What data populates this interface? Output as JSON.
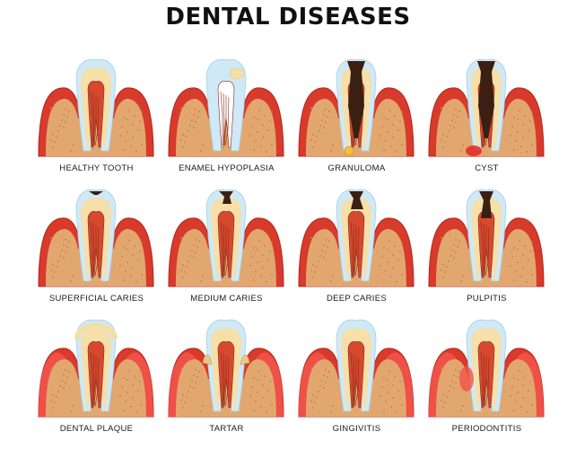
{
  "title": "DENTAL DISEASES",
  "colors": {
    "gum": "#d83a2c",
    "gum_dark": "#b52419",
    "bone": "#e2a76f",
    "bone_dot": "#c98550",
    "enamel": "#cfe9f6",
    "dentin": "#f6dfa8",
    "pulp": "#d6492f",
    "nerve": "#8c2a18",
    "decay": "#3a1f12",
    "plaque": "#f1e0a8",
    "inflamed": "#f2534a"
  },
  "diseases": [
    {
      "label": "HEALTHY TOOTH",
      "condition": "healthy"
    },
    {
      "label": "ENAMEL HYPOPLASIA",
      "condition": "hypoplasia"
    },
    {
      "label": "GRANULOMA",
      "condition": "granuloma"
    },
    {
      "label": "CYST",
      "condition": "cyst"
    },
    {
      "label": "SUPERFICIAL CARIES",
      "condition": "superficial"
    },
    {
      "label": "MEDIUM CARIES",
      "condition": "medium"
    },
    {
      "label": "DEEP CARIES",
      "condition": "deep"
    },
    {
      "label": "PULPITIS",
      "condition": "pulpitis"
    },
    {
      "label": "DENTAL PLAQUE",
      "condition": "plaque"
    },
    {
      "label": "TARTAR",
      "condition": "tartar"
    },
    {
      "label": "GINGIVITIS",
      "condition": "gingivitis"
    },
    {
      "label": "PERIODONTITIS",
      "condition": "periodontitis"
    }
  ]
}
